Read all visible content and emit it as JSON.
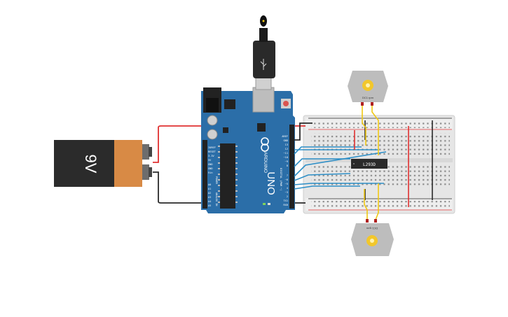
{
  "battery": {
    "label": "9V"
  },
  "arduino": {
    "brand": "ARDUINO",
    "model": "UNO",
    "power_pins": [
      "IOREF",
      "RESET",
      "3.3V",
      "5V",
      "GND",
      "GND",
      "Vin"
    ],
    "analog_pins": [
      "A0",
      "A1",
      "A2",
      "A3",
      "A4",
      "A5"
    ],
    "digital_pins_top": [
      "AREF",
      "GND",
      "13",
      "12",
      "~11",
      "~10",
      "~9",
      "8"
    ],
    "digital_pins_bottom": [
      "7",
      "~6",
      "~5",
      "4",
      "~3",
      "2",
      "TX1",
      "RX0"
    ],
    "digital_label": "DIGITAL (PWM ~)",
    "analog_label": "ANALOG IN",
    "power_label": "POWER"
  },
  "chip": {
    "label": "L293D"
  },
  "motors": {
    "top": {
      "label": "DC1 rpm"
    },
    "bottom": {
      "label": "DC1 rpm"
    }
  },
  "colors": {
    "board": "#2b6ea8",
    "board_dark": "#1f5a8c",
    "wire_red": "#e03030",
    "wire_black": "#2a2a2a",
    "wire_blue": "#2e8fc7",
    "wire_yellow": "#f0c814",
    "battery_top": "#2b2b2b",
    "battery_bottom": "#d88a45",
    "breadboard": "#eaeaea",
    "motor": "#bdbdbd",
    "motor_shaft": "#f2c72b"
  }
}
